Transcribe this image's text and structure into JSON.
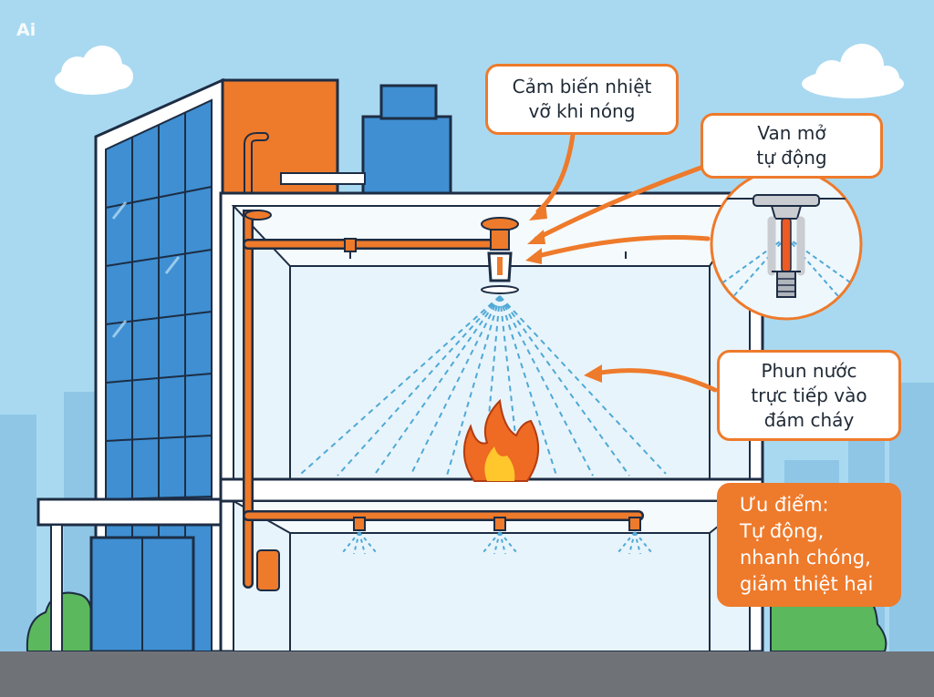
{
  "logo": {
    "text": "Ai"
  },
  "callouts": {
    "sensor": {
      "line1": "Cảm biến nhiệt",
      "line2": "vỡ khi nóng"
    },
    "valve": {
      "line1": "Van mở",
      "line2": "tự động"
    },
    "spray": {
      "line1": "Phun nước",
      "line2": "trực tiếp vào",
      "line3": "đám cháy"
    },
    "advantages": {
      "line1": "Ưu điểm:",
      "line2": "Tự động,",
      "line3": "nhanh chóng,",
      "line4": "giảm thiệt hại"
    }
  },
  "colors": {
    "sky": "#a9d9f0",
    "accent": "#ee7a2b",
    "glass": "#3f8fd2",
    "building_outline": "#1d2d44",
    "water": "#4fa9d6",
    "ground": "#6f7378"
  },
  "icons": [
    "fire-icon",
    "sprinkler-head-icon",
    "cloud-icon",
    "tree-icon"
  ]
}
